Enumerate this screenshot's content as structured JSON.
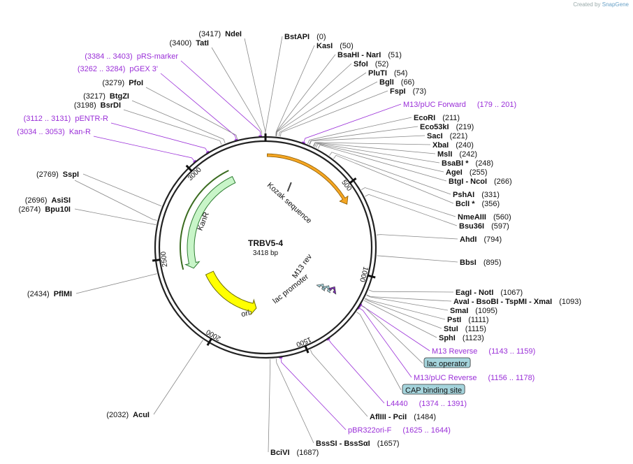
{
  "credit": {
    "prefix": "Created by",
    "brand": "SnapGene"
  },
  "plasmid": {
    "name": "TRBV5-4",
    "size_label": "3418 bp",
    "total_bp": 3418
  },
  "ticks": [
    {
      "bp": 500,
      "label": "500"
    },
    {
      "bp": 1000,
      "label": "1000"
    },
    {
      "bp": 1500,
      "label": "1500"
    },
    {
      "bp": 2000,
      "label": "2000"
    },
    {
      "bp": 2500,
      "label": "2500"
    },
    {
      "bp": 3000,
      "label": "3000"
    }
  ],
  "features": [
    {
      "name": "Kozak sequence",
      "start": 205,
      "end": 214
    },
    {
      "name": "KanR",
      "start": 2400,
      "end": 3190
    },
    {
      "name": "ori",
      "start": 1760,
      "end": 2350
    },
    {
      "name": "M13 rev",
      "start": 1143,
      "end": 1160
    },
    {
      "name": "lac promoter",
      "start": 1180,
      "end": 1210
    }
  ],
  "colors": {
    "orange": "#f5a623",
    "kanr": "#c8f5c8",
    "kanr_edge": "#2e7d32",
    "ori": "#ffff00",
    "purple": "#9a2fd8",
    "teal": "#a5d4dc"
  },
  "sites_top": [
    {
      "pos": "(3417)",
      "name": "NdeI",
      "bp": 3417
    },
    {
      "pos": "(3400)",
      "name": "TatI",
      "bp": 3400
    },
    {
      "pos": "(3384 .. 3403)",
      "name": "pRS-marker",
      "purple": true,
      "bp": 3393
    },
    {
      "pos": "(3262 .. 3284)",
      "name": "pGEX 3'",
      "purple": true,
      "bp": 3273
    },
    {
      "pos": "(3279)",
      "name": "PfoI",
      "bp": 3279
    },
    {
      "pos": "(3217)",
      "name": "BtgZI",
      "bp": 3217
    },
    {
      "pos": "(3198)",
      "name": "BsrDI",
      "bp": 3198
    },
    {
      "pos": "(3112 .. 3131)",
      "name": "pENTR-R",
      "purple": true,
      "bp": 3121
    },
    {
      "pos": "(3034 .. 3053)",
      "name": "Kan-R",
      "purple": true,
      "bp": 3043
    }
  ],
  "sites_right": [
    {
      "name": "BstAPI",
      "pos": "(0)"
    },
    {
      "name": "KasI",
      "pos": "(50)"
    },
    {
      "name": "BsaHI  -  NarI",
      "pos": "(51)"
    },
    {
      "name": "SfoI",
      "pos": "(52)"
    },
    {
      "name": "PluTI",
      "pos": "(54)"
    },
    {
      "name": "BglI",
      "pos": "(66)"
    },
    {
      "name": "FspI",
      "pos": "(73)"
    },
    {
      "name": "M13/pUC Forward",
      "pos": "(179 .. 201)",
      "purple": true
    },
    {
      "name": "EcoRI",
      "pos": "(211)"
    },
    {
      "name": "Eco53kI",
      "pos": "(219)"
    },
    {
      "name": "SacI",
      "pos": "(221)"
    },
    {
      "name": "XbaI",
      "pos": "(240)"
    },
    {
      "name": "MslI",
      "pos": "(242)"
    },
    {
      "name": "BsaBI *",
      "pos": "(248)"
    },
    {
      "name": "AgeI",
      "pos": "(255)"
    },
    {
      "name": "BtgI  -  NcoI",
      "pos": "(266)"
    },
    {
      "name": "PshAI",
      "pos": "(331)"
    },
    {
      "name": "BclI *",
      "pos": "(356)"
    },
    {
      "name": "NmeAIII",
      "pos": "(560)"
    },
    {
      "name": "Bsu36I",
      "pos": "(597)"
    },
    {
      "name": "AhdI",
      "pos": "(794)"
    },
    {
      "name": "BbsI",
      "pos": "(895)"
    },
    {
      "name": "EagI  -  NotI",
      "pos": "(1067)"
    },
    {
      "name": "AvaI  -  BsoBI  -  TspMI  -  XmaI",
      "pos": "(1093)"
    },
    {
      "name": "SmaI",
      "pos": "(1095)"
    },
    {
      "name": "PstI",
      "pos": "(1111)"
    },
    {
      "name": "StuI",
      "pos": "(1115)"
    },
    {
      "name": "SphI",
      "pos": "(1123)"
    },
    {
      "name": "M13 Reverse",
      "pos": "(1143 .. 1159)",
      "purple": true
    },
    {
      "name": "lac operator",
      "pos": "",
      "box": true
    },
    {
      "name": "M13/pUC Reverse",
      "pos": "(1156 .. 1178)",
      "purple": true
    },
    {
      "name": "CAP binding site",
      "pos": "",
      "box": true
    },
    {
      "name": "L4440",
      "pos": "(1374 .. 1391)",
      "purple": true
    },
    {
      "name": "AflIII  -  PciI",
      "pos": "(1484)"
    },
    {
      "name": "pBR322ori-F",
      "pos": "(1625 .. 1644)",
      "purple": true
    },
    {
      "name": "BssSI  -  BssSαI",
      "pos": "(1657)"
    },
    {
      "name": "BciVI",
      "pos": "(1687)"
    }
  ],
  "sites_left": [
    {
      "pos": "(2769)",
      "name": "SspI",
      "bp": 2769
    },
    {
      "pos": "(2696)",
      "name": "AsiSI",
      "bp": 2696
    },
    {
      "pos": "(2674)",
      "name": "Bpu10I",
      "bp": 2674
    },
    {
      "pos": "(2434)",
      "name": "PflMI",
      "bp": 2434
    },
    {
      "pos": "(2032)",
      "name": "AcuI",
      "bp": 2032
    }
  ]
}
